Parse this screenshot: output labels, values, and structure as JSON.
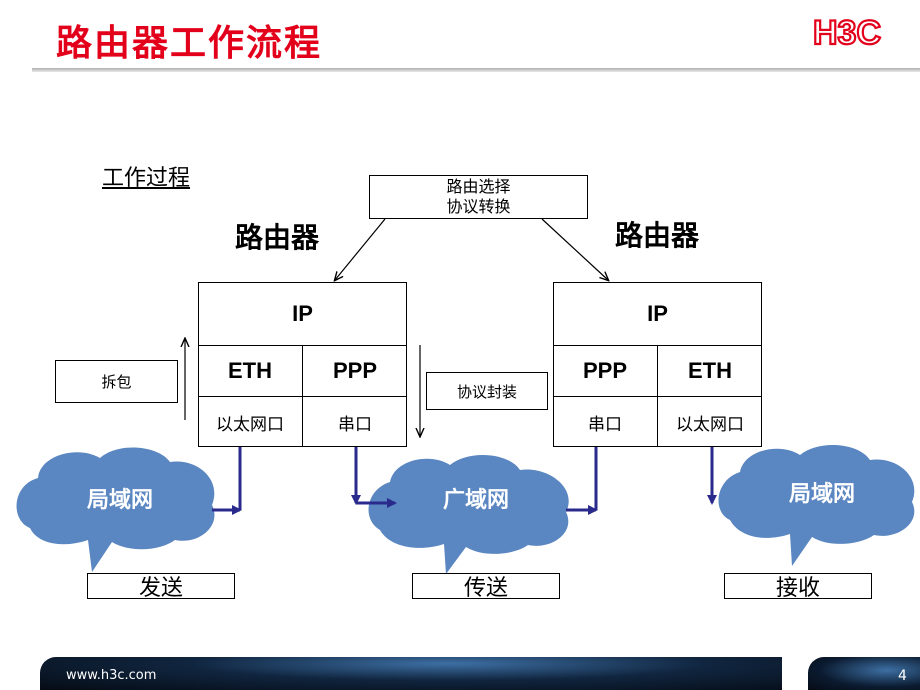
{
  "title": "路由器工作流程",
  "logo_text": "H3C",
  "subtitle": "工作过程",
  "router_label_left": "路由器",
  "router_label_right": "路由器",
  "routing_box": {
    "line1": "路由选择",
    "line2": "协议转换"
  },
  "router_left": {
    "ip": "IP",
    "l2_left": "ETH",
    "l2_right": "PPP",
    "port_left": "以太网口",
    "port_right": "串口"
  },
  "router_right": {
    "ip": "IP",
    "l2_left": "PPP",
    "l2_right": "ETH",
    "port_left": "串口",
    "port_right": "以太网口"
  },
  "unpack_label": "拆包",
  "encap_label": "协议封装",
  "clouds": {
    "left": "局域网",
    "middle": "广域网",
    "right": "局域网"
  },
  "captions": {
    "send": "发送",
    "transfer": "传送",
    "receive": "接收"
  },
  "footer": {
    "url": "www.h3c.com",
    "page": "4"
  },
  "colors": {
    "title": "#e3001b",
    "cloud": "#5a86c1",
    "flow_arrow": "#2a2a8c"
  }
}
